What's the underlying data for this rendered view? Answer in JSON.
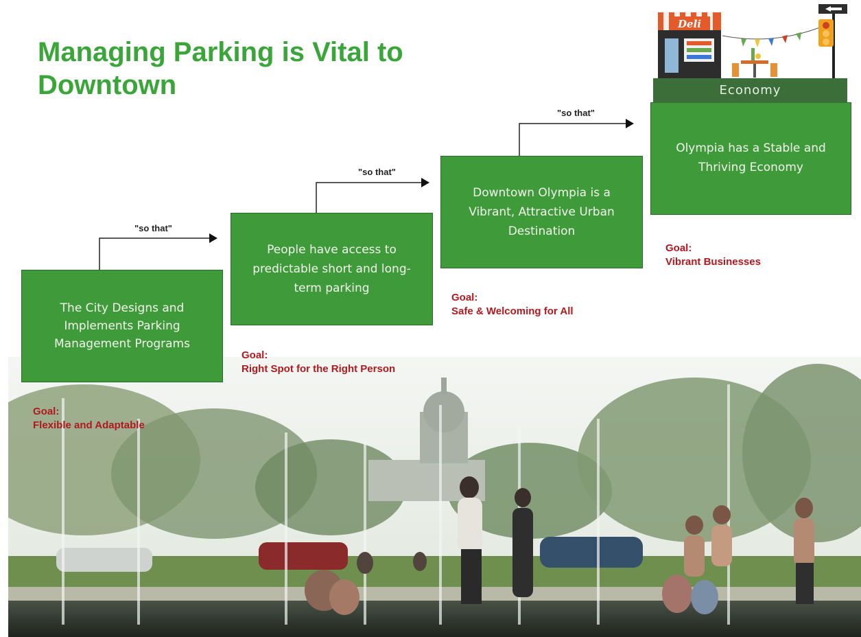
{
  "title": "Managing Parking is Vital to Downtown",
  "connector_label": "\"so that\"",
  "steps": [
    {
      "text": "The City Designs and Implements Parking Management Programs",
      "goal_label": "Goal:",
      "goal": "Flexible and Adaptable"
    },
    {
      "text": "People have access to predictable short and long-term parking",
      "goal_label": "Goal:",
      "goal": "Right Spot for the Right Person"
    },
    {
      "text": "Downtown Olympia is a Vibrant, Attractive Urban Destination",
      "goal_label": "Goal:",
      "goal": "Safe & Welcoming for All"
    },
    {
      "text": "Olympia has a Stable and Thriving Economy",
      "goal_label": "Goal:",
      "goal": "Vibrant Businesses"
    }
  ],
  "economy_label": "Economy",
  "deli_sign": "Deli",
  "colors": {
    "title": "#3aa63a",
    "box": "#3f9b3a",
    "goal": "#b0191e",
    "economy_bar": "#3b6e39"
  }
}
